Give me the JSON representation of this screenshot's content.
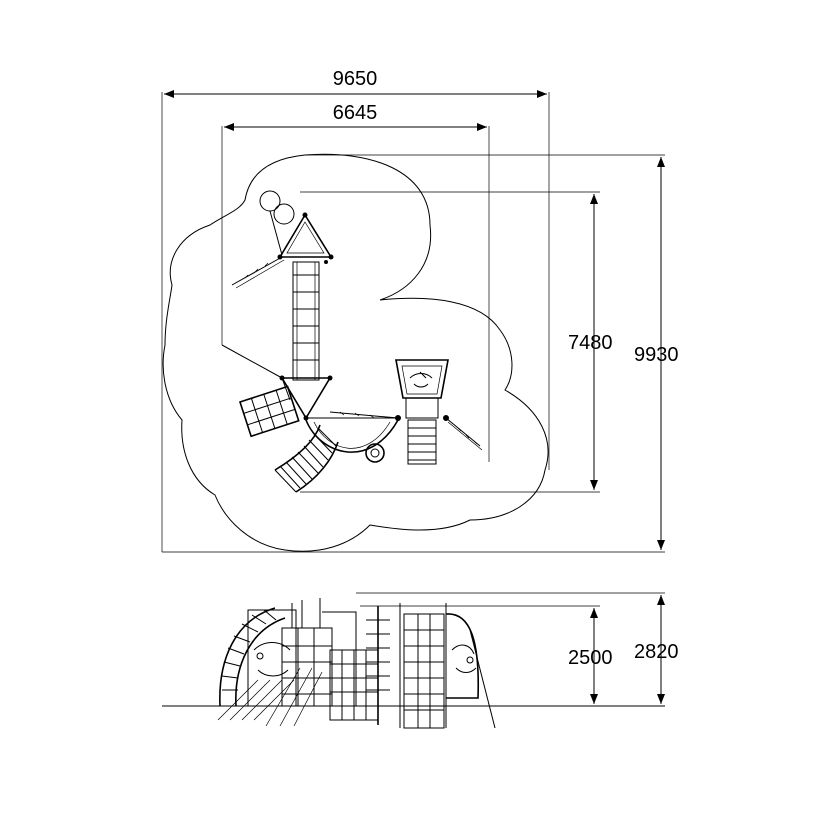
{
  "dimensions": {
    "overall_width": "9650",
    "inner_width": "6645",
    "inner_height": "7480",
    "overall_height": "9930",
    "platform_height": "2500",
    "total_height": "2820"
  }
}
